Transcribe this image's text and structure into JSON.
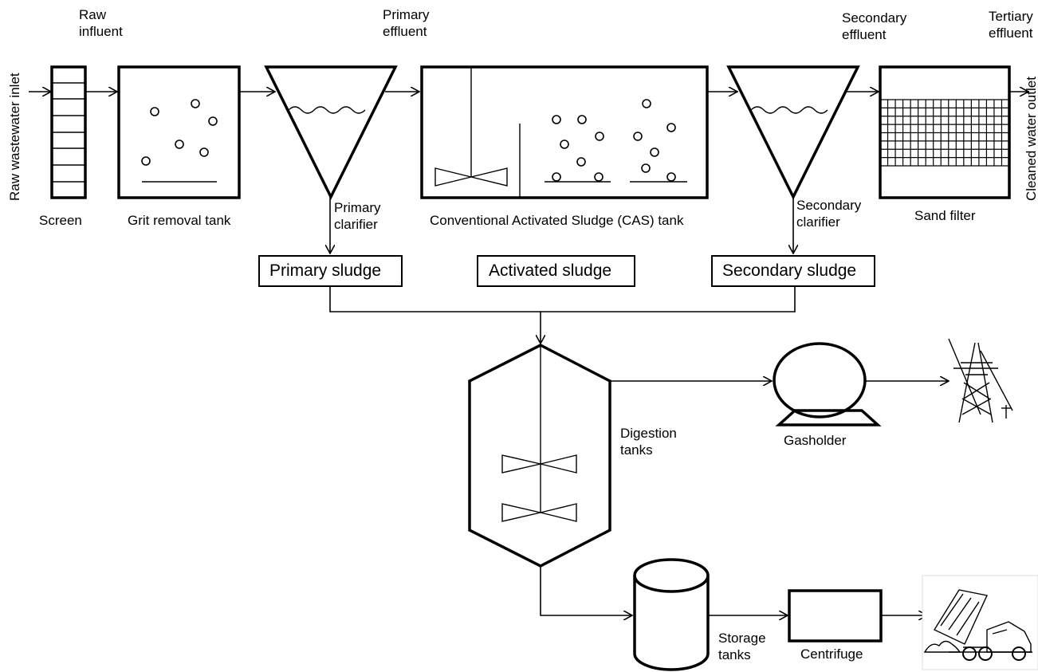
{
  "labels": {
    "raw_influent": [
      "Raw",
      "influent"
    ],
    "primary_effluent": [
      "Primary",
      "effluent"
    ],
    "secondary_effluent": [
      "Secondary",
      "effluent"
    ],
    "tertiary_effluent": [
      "Tertiary",
      "effluent"
    ],
    "inlet": "Raw wastewater inlet",
    "outlet": "Cleaned water outlet",
    "screen": "Screen",
    "grit": "Grit removal tank",
    "primary_clarifier": [
      "Primary",
      "clarifier"
    ],
    "cas_tank": "Conventional Activated Sludge (CAS) tank",
    "secondary_clarifier": [
      "Secondary",
      "clarifier"
    ],
    "sand_filter": "Sand filter",
    "primary_sludge": "Primary sludge",
    "activated_sludge": "Activated sludge",
    "secondary_sludge": "Secondary sludge",
    "digestion": [
      "Digestion",
      "tanks"
    ],
    "gasholder": "Gasholder",
    "storage": [
      "Storage",
      "tanks"
    ],
    "centrifuge": "Centrifuge"
  },
  "icons": {
    "power_tower": "power-transmission-tower-icon",
    "dump_truck": "dump-truck-icon"
  }
}
